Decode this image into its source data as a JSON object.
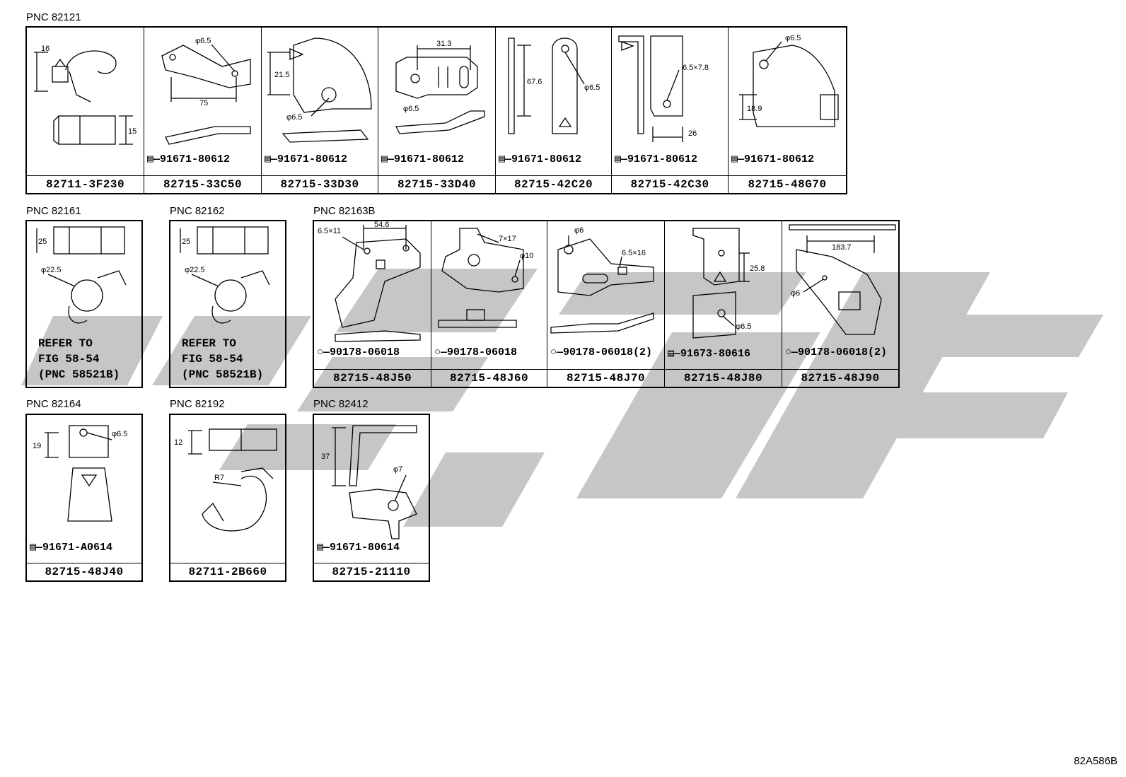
{
  "diagram_code": "82A586B",
  "groups": [
    {
      "id": "g82121",
      "pnc": "PNC 82121",
      "cells": [
        {
          "part_number": "82711-3F230",
          "fastener": "",
          "dims": [
            "16",
            "15"
          ]
        },
        {
          "part_number": "82715-33C50",
          "fastener": "91671-80612",
          "dims": [
            "φ6.5",
            "75"
          ]
        },
        {
          "part_number": "82715-33D30",
          "fastener": "91671-80612",
          "dims": [
            "21.5",
            "φ6.5"
          ]
        },
        {
          "part_number": "82715-33D40",
          "fastener": "91671-80612",
          "dims": [
            "31.3",
            "φ6.5"
          ]
        },
        {
          "part_number": "82715-42C20",
          "fastener": "91671-80612",
          "dims": [
            "67.6",
            "φ6.5"
          ]
        },
        {
          "part_number": "82715-42C30",
          "fastener": "91671-80612",
          "dims": [
            "6.5×7.8",
            "26"
          ]
        },
        {
          "part_number": "82715-48G70",
          "fastener": "91671-80612",
          "dims": [
            "φ6.5",
            "18.9"
          ]
        }
      ]
    },
    {
      "id": "g82161",
      "pnc": "PNC 82161",
      "cells": [
        {
          "part_number": "",
          "fastener": "",
          "dims": [
            "25",
            "φ22.5"
          ],
          "refer": [
            "REFER TO",
            "FIG 58-54",
            "(PNC 58521B)"
          ]
        }
      ]
    },
    {
      "id": "g82162",
      "pnc": "PNC 82162",
      "cells": [
        {
          "part_number": "",
          "fastener": "",
          "dims": [
            "25",
            "φ22.5"
          ],
          "refer": [
            "REFER TO",
            "FIG 58-54",
            "(PNC 58521B)"
          ]
        }
      ]
    },
    {
      "id": "g82163B",
      "pnc": "PNC 82163B",
      "cells": [
        {
          "part_number": "82715-48J50",
          "fastener": "90178-06018",
          "dims": [
            "6.5×11",
            "54.6"
          ]
        },
        {
          "part_number": "82715-48J60",
          "fastener": "90178-06018",
          "dims": [
            "7×17",
            "φ10"
          ]
        },
        {
          "part_number": "82715-48J70",
          "fastener": "90178-06018(2)",
          "dims": [
            "φ6",
            "6.5×16"
          ]
        },
        {
          "part_number": "82715-48J80",
          "fastener": "91673-80616",
          "dims": [
            "25.8",
            "φ6.5"
          ]
        },
        {
          "part_number": "82715-48J90",
          "fastener": "90178-06018(2)",
          "dims": [
            "183.7",
            "φ6"
          ]
        }
      ]
    },
    {
      "id": "g82164",
      "pnc": "PNC 82164",
      "cells": [
        {
          "part_number": "82715-48J40",
          "fastener": "91671-A0614",
          "dims": [
            "19",
            "φ6.5"
          ]
        }
      ]
    },
    {
      "id": "g82192",
      "pnc": "PNC 82192",
      "cells": [
        {
          "part_number": "82711-2B660",
          "fastener": "",
          "dims": [
            "12",
            "R7"
          ]
        }
      ]
    },
    {
      "id": "g82412",
      "pnc": "PNC 82412",
      "cells": [
        {
          "part_number": "82715-21110",
          "fastener": "91671-80614",
          "dims": [
            "37",
            "φ7"
          ]
        }
      ]
    }
  ],
  "colors": {
    "line": "#000000",
    "watermark": "#c8c8c8",
    "background": "#ffffff"
  }
}
